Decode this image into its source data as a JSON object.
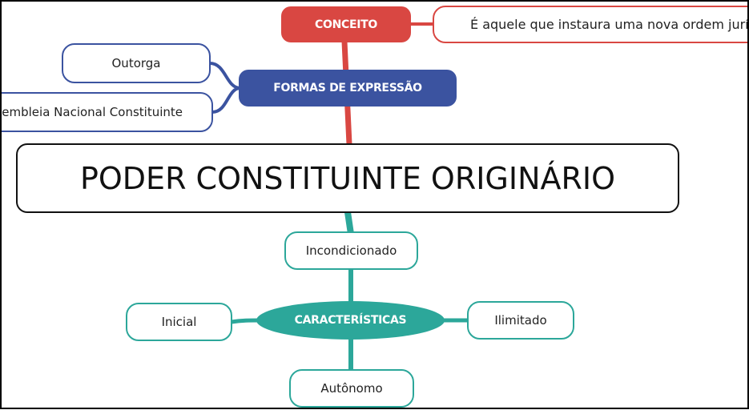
{
  "title": "PODER CONSTITUINTE ORIGINÁRIO",
  "branches": {
    "conceito": {
      "label": "CONCEITO",
      "detail": "É aquele que instaura uma nova ordem jurídica"
    },
    "formas": {
      "label": "FORMAS DE EXPRESSÃO",
      "items": [
        "Outorga",
        "Assembleia Nacional Constituinte"
      ]
    },
    "caracteristicas": {
      "label": "CARACTERÍSTICAS",
      "items": [
        "Incondicionado",
        "Inicial",
        "Ilimitado",
        "Autônomo"
      ]
    }
  },
  "colors": {
    "conceito": "#d94742",
    "formas": "#3b53a0",
    "caracteristicas": "#2ca79a"
  }
}
